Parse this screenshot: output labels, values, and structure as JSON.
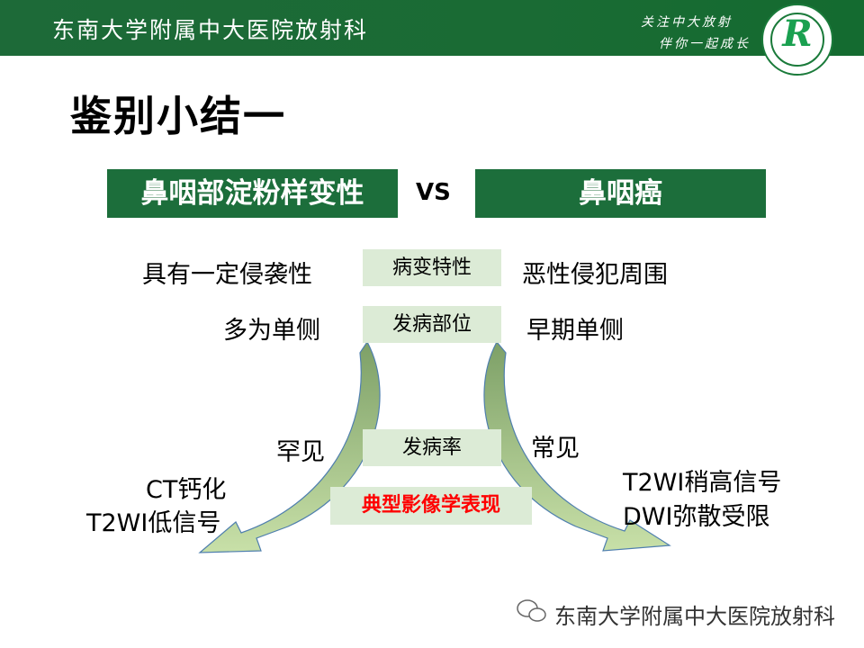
{
  "header": {
    "title": "东南大学附属中大医院放射科",
    "slogan_line1": "关注中大放射",
    "slogan_line2": "伴你一起成长",
    "logo_letter": "R"
  },
  "slide": {
    "title": "鉴别小结一",
    "left_disease": "鼻咽部淀粉样变性",
    "vs": "VS",
    "right_disease": "鼻咽癌",
    "rows": [
      {
        "label": "病变特性",
        "left": "具有一定侵袭性",
        "right": "恶性侵犯周围"
      },
      {
        "label": "发病部位",
        "left": "多为单侧",
        "right": "早期单侧"
      },
      {
        "label": "发病率",
        "left": "罕见",
        "right": "常见"
      }
    ],
    "imaging_label": "典型影像学表现",
    "left_imaging": [
      "CT钙化",
      "T2WI低信号"
    ],
    "right_imaging": [
      "T2WI稍高信号",
      "DWI弥散受限"
    ]
  },
  "footer": {
    "text": "东南大学附属中大医院放射科"
  }
}
